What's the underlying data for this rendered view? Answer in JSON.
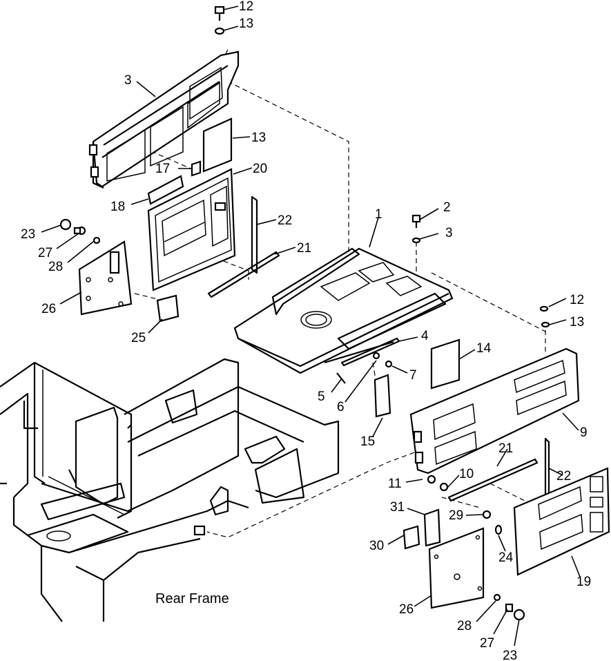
{
  "caption": "Rear Frame",
  "callouts": [
    {
      "id": "c-top-12",
      "text": "12"
    },
    {
      "id": "c-top-13",
      "text": "13"
    },
    {
      "id": "c-3a",
      "text": "3"
    },
    {
      "id": "c-13b",
      "text": "13"
    },
    {
      "id": "c-17",
      "text": "17"
    },
    {
      "id": "c-20",
      "text": "20"
    },
    {
      "id": "c-18",
      "text": "18"
    },
    {
      "id": "c-22a",
      "text": "22"
    },
    {
      "id": "c-21a",
      "text": "21"
    },
    {
      "id": "c-23a",
      "text": "23"
    },
    {
      "id": "c-27a",
      "text": "27"
    },
    {
      "id": "c-28a",
      "text": "28"
    },
    {
      "id": "c-26a",
      "text": "26"
    },
    {
      "id": "c-25a",
      "text": "25"
    },
    {
      "id": "c-1",
      "text": "1"
    },
    {
      "id": "c-2",
      "text": "2"
    },
    {
      "id": "c-3b",
      "text": "3"
    },
    {
      "id": "c-4",
      "text": "4"
    },
    {
      "id": "c-7",
      "text": "7"
    },
    {
      "id": "c-5",
      "text": "5"
    },
    {
      "id": "c-6",
      "text": "6"
    },
    {
      "id": "c-14",
      "text": "14"
    },
    {
      "id": "c-12b",
      "text": "12"
    },
    {
      "id": "c-13c",
      "text": "13"
    },
    {
      "id": "c-9",
      "text": "9"
    },
    {
      "id": "c-15",
      "text": "15"
    },
    {
      "id": "c-11",
      "text": "11"
    },
    {
      "id": "c-10",
      "text": "10"
    },
    {
      "id": "c-21b",
      "text": "21"
    },
    {
      "id": "c-22b",
      "text": "22"
    },
    {
      "id": "c-31",
      "text": "31"
    },
    {
      "id": "c-30",
      "text": "30"
    },
    {
      "id": "c-29",
      "text": "29"
    },
    {
      "id": "c-24",
      "text": "24"
    },
    {
      "id": "c-26b",
      "text": "26"
    },
    {
      "id": "c-19",
      "text": "19"
    },
    {
      "id": "c-28b",
      "text": "28"
    },
    {
      "id": "c-27b",
      "text": "27"
    },
    {
      "id": "c-23b",
      "text": "23"
    }
  ]
}
